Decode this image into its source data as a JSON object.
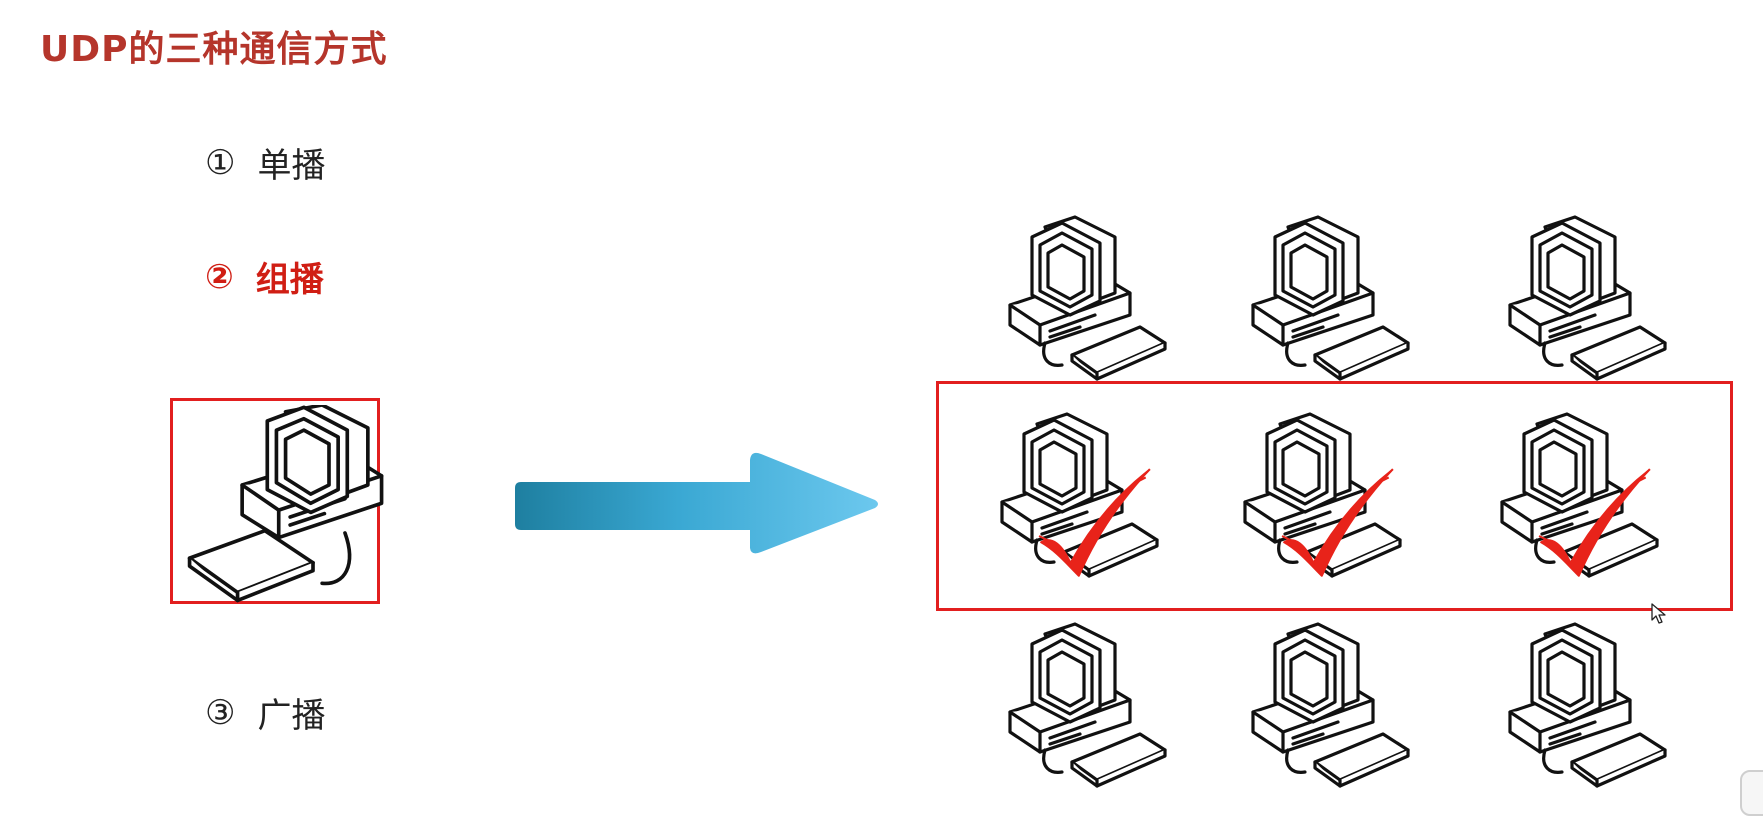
{
  "title": "UDP的三种通信方式",
  "items": [
    {
      "num": "①",
      "label": "单播"
    },
    {
      "num": "②",
      "label": "组播"
    },
    {
      "num": "③",
      "label": "广播"
    }
  ],
  "active_item": 1,
  "colors": {
    "title": "#b5352b",
    "active": "#d01e14",
    "box_border": "#e21f1f",
    "check": "#e8231a",
    "arrow_dark": "#1e7fa0",
    "arrow_light": "#6cc8ee"
  },
  "icons": {
    "computer": "desktop-computer-icon",
    "check": "check-mark-icon",
    "arrow": "right-arrow-icon",
    "cursor": "mouse-cursor-icon"
  },
  "diagram": {
    "sender": {
      "selected": true
    },
    "receivers": [
      {
        "row": 1,
        "col": 1,
        "in_group": false
      },
      {
        "row": 1,
        "col": 2,
        "in_group": false
      },
      {
        "row": 1,
        "col": 3,
        "in_group": false
      },
      {
        "row": 2,
        "col": 1,
        "in_group": true
      },
      {
        "row": 2,
        "col": 2,
        "in_group": true
      },
      {
        "row": 2,
        "col": 3,
        "in_group": true
      },
      {
        "row": 3,
        "col": 1,
        "in_group": false
      },
      {
        "row": 3,
        "col": 2,
        "in_group": false
      },
      {
        "row": 3,
        "col": 3,
        "in_group": false
      }
    ]
  }
}
